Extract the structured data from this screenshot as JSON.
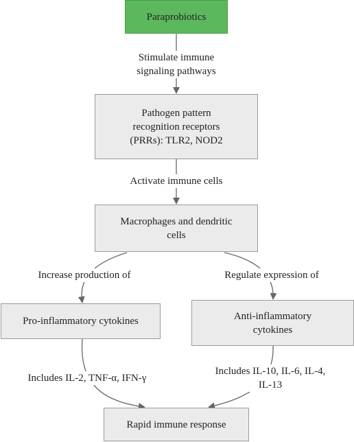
{
  "nodes": {
    "paraprobiotics": "Paraprobiotics",
    "prr": [
      "Pathogen pattern",
      "recognition receptors",
      "(PRRs): TLR2, NOD2"
    ],
    "macrophages": [
      "Macrophages and dendritic",
      "cells"
    ],
    "pro_inflammatory": "Pro-inflammatory cytokines",
    "anti_inflammatory": [
      "Anti-inflammatory",
      "cytokines"
    ],
    "rapid_response": "Rapid immune response"
  },
  "edge_labels": {
    "stimulate": [
      "Stimulate immune",
      "signaling pathways"
    ],
    "activate": "Activate immune cells",
    "increase": "Increase production of",
    "regulate": "Regulate expression of",
    "includes_pro": "Includes IL-2, TNF-α, IFN-γ",
    "includes_anti": [
      "Includes IL-10, IL-6, IL-4,",
      "IL-13"
    ]
  },
  "colors": {
    "green_node": "#5cb85c",
    "grey_node": "#ebebeb",
    "arrow": "#666666"
  }
}
